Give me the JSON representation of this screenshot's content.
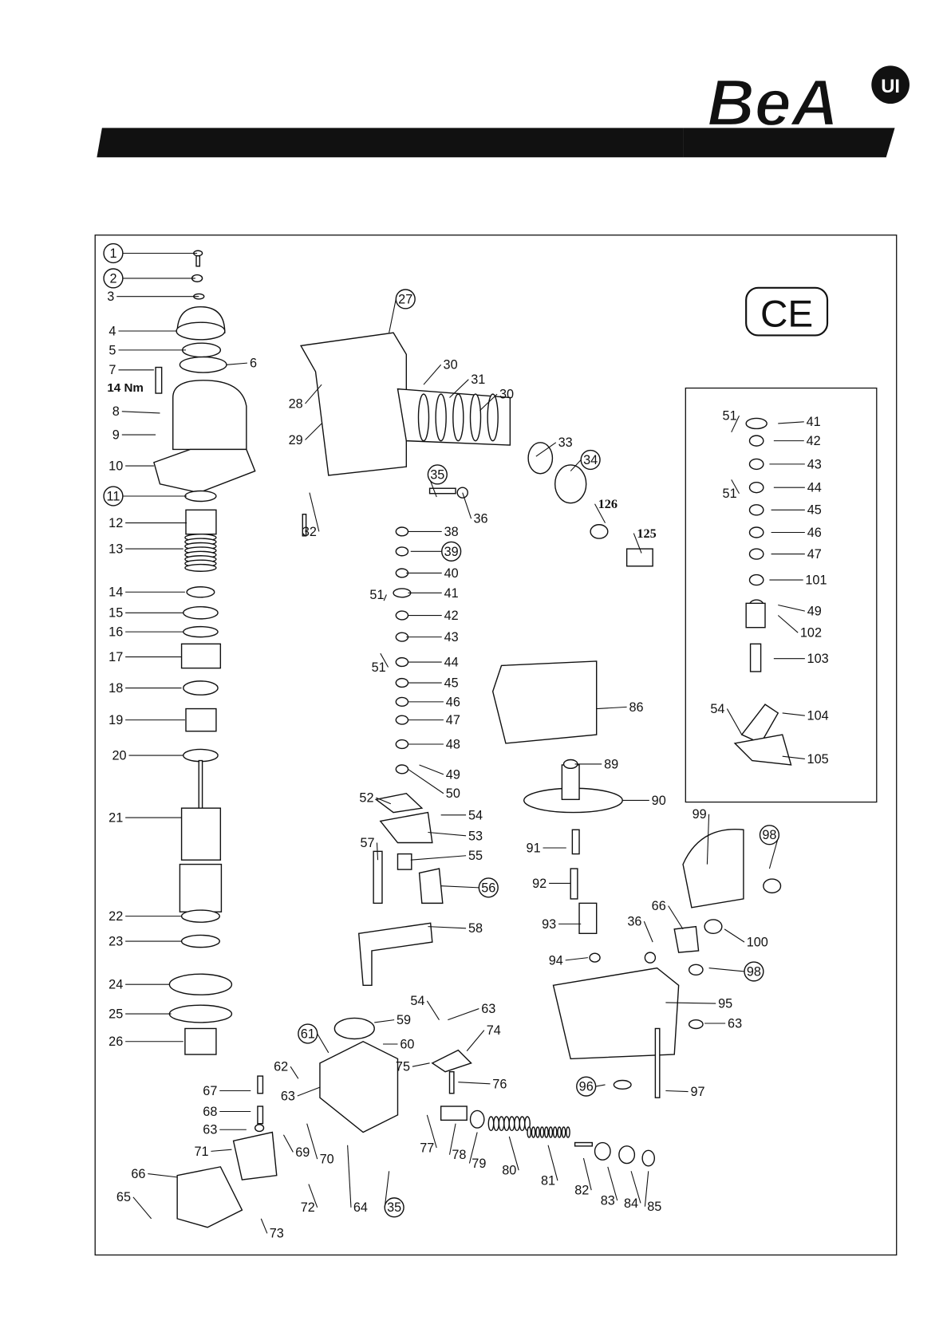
{
  "logo": {
    "text": "BeA",
    "mark": "UI"
  },
  "ce_mark": "CE",
  "torque_note": "14 Nm",
  "labels": [
    {
      "t": "1",
      "c": true
    },
    {
      "t": "2",
      "c": true
    },
    {
      "t": "3"
    },
    {
      "t": "4"
    },
    {
      "t": "5"
    },
    {
      "t": "6"
    },
    {
      "t": "7"
    },
    {
      "t": "8"
    },
    {
      "t": "9"
    },
    {
      "t": "10"
    },
    {
      "t": "11",
      "c": true
    },
    {
      "t": "12"
    },
    {
      "t": "13"
    },
    {
      "t": "14"
    },
    {
      "t": "15"
    },
    {
      "t": "16"
    },
    {
      "t": "17"
    },
    {
      "t": "18"
    },
    {
      "t": "19"
    },
    {
      "t": "20"
    },
    {
      "t": "21"
    },
    {
      "t": "22"
    },
    {
      "t": "23"
    },
    {
      "t": "24"
    },
    {
      "t": "25"
    },
    {
      "t": "26"
    },
    {
      "t": "27",
      "c": true
    },
    {
      "t": "28"
    },
    {
      "t": "29"
    },
    {
      "t": "30"
    },
    {
      "t": "31"
    },
    {
      "t": "30"
    },
    {
      "t": "32"
    },
    {
      "t": "33"
    },
    {
      "t": "34",
      "c": true
    },
    {
      "t": "35",
      "c": true
    },
    {
      "t": "36"
    },
    {
      "t": "126",
      "s": true
    },
    {
      "t": "125",
      "s": true
    },
    {
      "t": "38"
    },
    {
      "t": "39",
      "c": true
    },
    {
      "t": "40"
    },
    {
      "t": "51"
    },
    {
      "t": "41"
    },
    {
      "t": "42"
    },
    {
      "t": "43"
    },
    {
      "t": "51"
    },
    {
      "t": "44"
    },
    {
      "t": "45"
    },
    {
      "t": "46"
    },
    {
      "t": "47"
    },
    {
      "t": "48"
    },
    {
      "t": "49"
    },
    {
      "t": "50"
    },
    {
      "t": "52"
    },
    {
      "t": "54"
    },
    {
      "t": "53"
    },
    {
      "t": "57"
    },
    {
      "t": "55"
    },
    {
      "t": "56",
      "c": true
    },
    {
      "t": "58"
    },
    {
      "t": "59"
    },
    {
      "t": "60"
    },
    {
      "t": "61",
      "c": true
    },
    {
      "t": "62"
    },
    {
      "t": "63"
    },
    {
      "t": "54"
    },
    {
      "t": "63"
    },
    {
      "t": "74"
    },
    {
      "t": "75"
    },
    {
      "t": "76"
    },
    {
      "t": "67"
    },
    {
      "t": "68"
    },
    {
      "t": "63"
    },
    {
      "t": "69"
    },
    {
      "t": "70"
    },
    {
      "t": "71"
    },
    {
      "t": "66"
    },
    {
      "t": "65"
    },
    {
      "t": "72"
    },
    {
      "t": "73"
    },
    {
      "t": "64"
    },
    {
      "t": "35",
      "c": true
    },
    {
      "t": "77"
    },
    {
      "t": "78"
    },
    {
      "t": "79"
    },
    {
      "t": "80"
    },
    {
      "t": "81"
    },
    {
      "t": "82"
    },
    {
      "t": "83"
    },
    {
      "t": "84"
    },
    {
      "t": "85"
    },
    {
      "t": "86"
    },
    {
      "t": "89"
    },
    {
      "t": "90"
    },
    {
      "t": "91"
    },
    {
      "t": "92"
    },
    {
      "t": "93"
    },
    {
      "t": "36"
    },
    {
      "t": "66"
    },
    {
      "t": "94"
    },
    {
      "t": "99"
    },
    {
      "t": "98",
      "c": true
    },
    {
      "t": "100"
    },
    {
      "t": "98",
      "c": true
    },
    {
      "t": "95"
    },
    {
      "t": "63"
    },
    {
      "t": "96",
      "c": true
    },
    {
      "t": "97"
    },
    {
      "t": "51"
    },
    {
      "t": "41"
    },
    {
      "t": "42"
    },
    {
      "t": "43"
    },
    {
      "t": "51"
    },
    {
      "t": "44"
    },
    {
      "t": "45"
    },
    {
      "t": "46"
    },
    {
      "t": "47"
    },
    {
      "t": "101"
    },
    {
      "t": "49"
    },
    {
      "t": "102"
    },
    {
      "t": "103"
    },
    {
      "t": "54"
    },
    {
      "t": "104"
    },
    {
      "t": "105"
    }
  ]
}
